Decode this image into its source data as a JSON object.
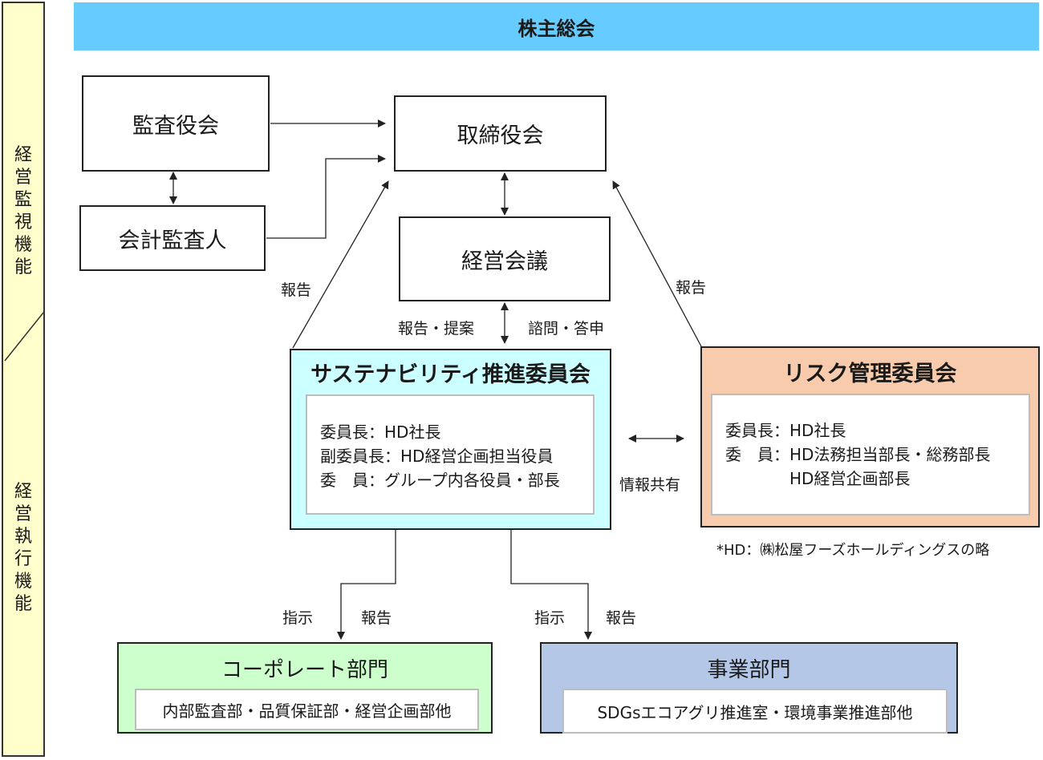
{
  "side": {
    "top": [
      "経",
      "営",
      "監",
      "視",
      "機",
      "能"
    ],
    "bottom": [
      "経",
      "営",
      "執",
      "行",
      "機",
      "能"
    ]
  },
  "header": {
    "title": "株主総会"
  },
  "boxes": {
    "audit_board": "監査役会",
    "board": "取締役会",
    "accounting_auditor": "会計監査人",
    "management_meeting": "経営会議"
  },
  "labels": {
    "report_left": "報告",
    "report_right": "報告",
    "report_propose": "報告・提案",
    "consult_answer": "諮問・答申",
    "info_share": "情報共有",
    "instruct_left": "指示",
    "report_bottom_left": "報告",
    "instruct_right": "指示",
    "report_bottom_right": "報告"
  },
  "sustainability": {
    "title": "サステナビリティ推進委員会",
    "lines": [
      "委員長：HD社長",
      "副委員長：HD経営企画担当役員",
      "委　員：グループ内各役員・部長"
    ]
  },
  "risk": {
    "title": "リスク管理委員会",
    "lines": [
      "委員長：HD社長",
      "委　員：HD法務担当部長・総務部長",
      "　　　　HD経営企画部長"
    ]
  },
  "footnote": "*HD：㈱松屋フーズホールディングスの略",
  "corporate": {
    "title": "コーポレート部門",
    "detail": "内部監査部・品質保証部・経営企画部他"
  },
  "business": {
    "title": "事業部門",
    "detail": "SDGsエコアグリ推進室・環境事業推進部他"
  },
  "colors": {
    "header_bg": "#66ccff",
    "side_bg": "#ffffcc",
    "sustainability_bg": "#ccffff",
    "risk_bg": "#f8cbad",
    "corporate_bg": "#ccffcc",
    "business_bg": "#b4c7e7"
  }
}
